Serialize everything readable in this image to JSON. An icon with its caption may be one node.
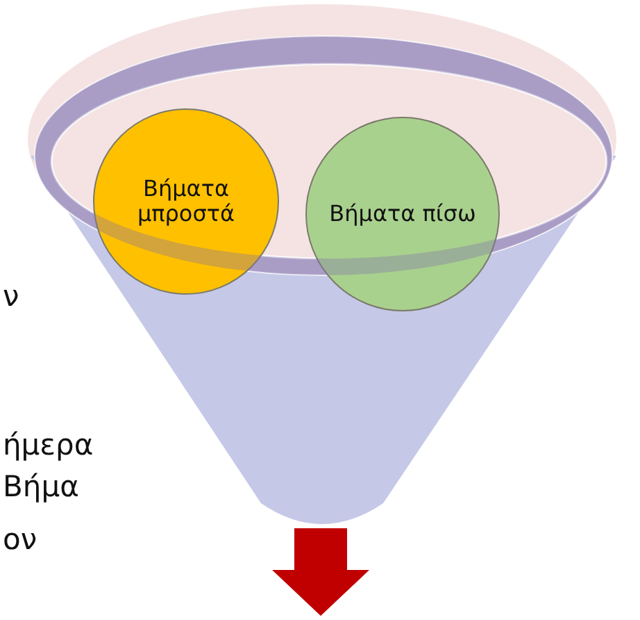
{
  "diagram": {
    "nodes": [
      {
        "text": [
          "Βήματα μπροστά"
        ]
      },
      {
        "text": [
          "Βήματα πίσω"
        ]
      }
    ],
    "labels": [
      "ν",
      "ήμερα",
      "Βήμα",
      "ον"
    ]
  }
}
